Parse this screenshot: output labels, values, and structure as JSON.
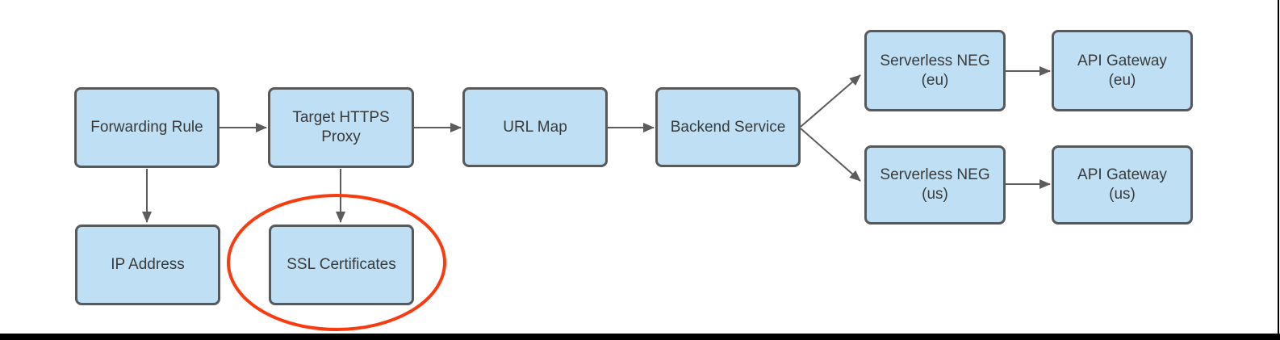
{
  "diagram": {
    "title": "HTTPS load balancer with serverless NEG backends flow diagram",
    "nodes": [
      {
        "id": "forwarding-rule",
        "label": "Forwarding Rule"
      },
      {
        "id": "target-https-proxy",
        "label": "Target HTTPS\nProxy"
      },
      {
        "id": "url-map",
        "label": "URL Map"
      },
      {
        "id": "backend-service",
        "label": "Backend Service"
      },
      {
        "id": "serverless-neg-eu",
        "label": "Serverless NEG\n(eu)"
      },
      {
        "id": "api-gateway-eu",
        "label": "API Gateway\n(eu)"
      },
      {
        "id": "serverless-neg-us",
        "label": "Serverless NEG\n(us)"
      },
      {
        "id": "api-gateway-us",
        "label": "API Gateway\n(us)"
      },
      {
        "id": "ip-address",
        "label": "IP Address"
      },
      {
        "id": "ssl-certificates",
        "label": "SSL Certificates"
      }
    ],
    "edges": [
      {
        "from": "forwarding-rule",
        "to": "target-https-proxy"
      },
      {
        "from": "target-https-proxy",
        "to": "url-map"
      },
      {
        "from": "url-map",
        "to": "backend-service"
      },
      {
        "from": "backend-service",
        "to": "serverless-neg-eu"
      },
      {
        "from": "backend-service",
        "to": "serverless-neg-us"
      },
      {
        "from": "serverless-neg-eu",
        "to": "api-gateway-eu"
      },
      {
        "from": "serverless-neg-us",
        "to": "api-gateway-us"
      },
      {
        "from": "forwarding-rule",
        "to": "ip-address"
      },
      {
        "from": "target-https-proxy",
        "to": "ssl-certificates"
      }
    ],
    "annotations": [
      {
        "type": "ellipse-highlight",
        "around": "ssl-certificates",
        "color": "#f93b0f"
      }
    ],
    "colors": {
      "node_fill": "#bfe0f4",
      "node_border": "#58595b",
      "text_color": "#3a3a3a",
      "connector": "#5c5c5c",
      "highlight": "#f93b0f",
      "frame_color": "#000000"
    }
  }
}
